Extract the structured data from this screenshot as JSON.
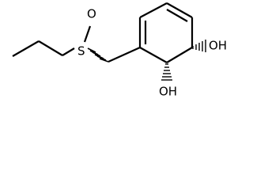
{
  "molecule": {
    "atoms": {
      "sulfur": "S",
      "sulfinyl_oxygen": "O",
      "hydroxyl_upper": "OH",
      "hydroxyl_lower": "OH"
    }
  },
  "colors": {
    "bond": "#000000",
    "label": "#000000",
    "background": "#ffffff"
  }
}
